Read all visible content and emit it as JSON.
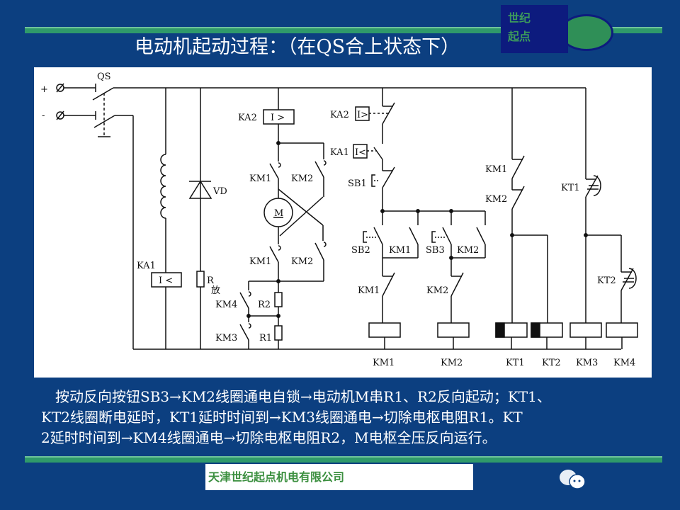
{
  "title": "电动机起动过程：（在QS合上状态下）",
  "logo": {
    "line1": "世纪",
    "line2": "起点"
  },
  "diagram": {
    "labels": {
      "plus": "+",
      "minus": "-",
      "qs": "QS",
      "ka1": "KA1",
      "ka1_box": "I <",
      "vd": "VD",
      "r": "R",
      "r_sub": "放",
      "ka2": "KA2",
      "ka2_box": "I >",
      "km1_up": "KM1",
      "km2_up": "KM2",
      "motor": "M",
      "km1_low": "KM1",
      "km2_low": "KM2",
      "km4": "KM4",
      "r2": "R2",
      "km3": "KM3",
      "r1": "R1",
      "ka2_ctrl": "KA2",
      "ka2_ctrl_box": "I>",
      "ka1_ctrl": "KA1",
      "ka1_ctrl_box": "I<",
      "sb1": "SB1",
      "sb2": "SB2",
      "km1_hold": "KM1",
      "sb3": "SB3",
      "km2_hold": "KM2",
      "km1_nc": "KM1",
      "km2_nc": "KM2",
      "km1_kt": "KM1",
      "km2_kt": "KM2",
      "kt1_c": "KT1",
      "kt2_c": "KT2"
    },
    "coils": [
      "KM1",
      "KM2",
      "KT1",
      "KT2",
      "KM3",
      "KM4"
    ]
  },
  "description": [
    "　按动反向按钮SB3→KM2线圈通电自锁→电动机M串R1、R2反向起动；KT1、",
    "KT2线圈断电延时，KT1延时时间到→KM3线圈通电→切除电枢电阻R1。KT",
    " 2延时时间到→KM4线圈通电→切除电枢电阻R2，M电枢全压反向运行。"
  ],
  "footer": {
    "company": "天津世纪起点机电有限公司"
  },
  "colors": {
    "background": "#0c3f80",
    "stripe": "#2f9a6a",
    "logo_bg": "#0d1b7e",
    "logo_text": "#3c9a5c"
  }
}
